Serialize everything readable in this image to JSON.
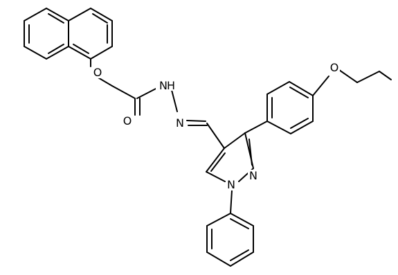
{
  "molecule": {
    "atom_labels": {
      "ether_oxygen_naphthyl": "O",
      "carbonyl_oxygen": "O",
      "hydrazide_nh": "N",
      "hydrazide_h": "H",
      "hydrazone_n": "N",
      "pyrazole_n2": "N",
      "pyrazole_n1": "N",
      "propoxy_oxygen": "O"
    }
  }
}
